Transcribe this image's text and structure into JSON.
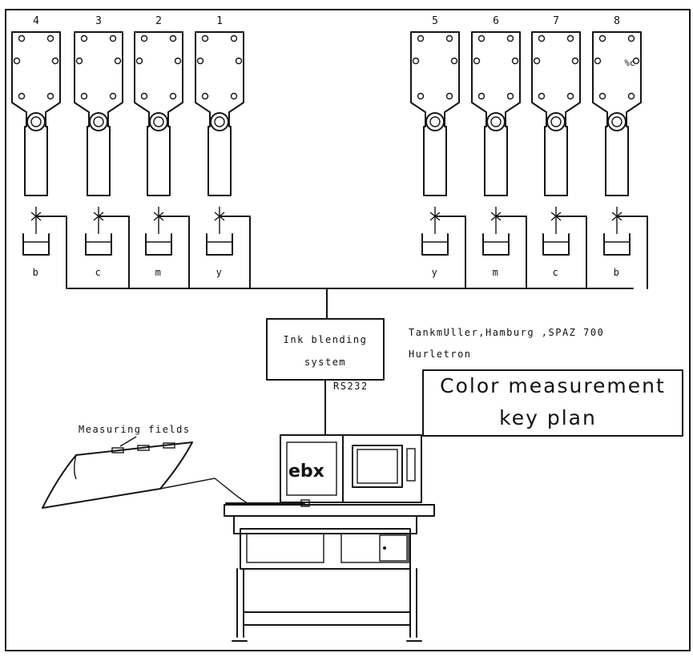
{
  "units_top_left": [
    {
      "number": "4",
      "ink": "b"
    },
    {
      "number": "3",
      "ink": "c"
    },
    {
      "number": "2",
      "ink": "m"
    },
    {
      "number": "1",
      "ink": "y"
    }
  ],
  "units_top_right": [
    {
      "number": "5",
      "ink": "y"
    },
    {
      "number": "6",
      "ink": "m"
    },
    {
      "number": "7",
      "ink": "c"
    },
    {
      "number": "8",
      "ink": "b"
    }
  ],
  "ink_blending": {
    "line1": "Ink blending",
    "line2": "system"
  },
  "rs232_label": "RS232",
  "manufacturer": {
    "line1": "TankmUller,Hamburg ,SPAZ 700",
    "line2": "Hurletron"
  },
  "title_box": {
    "line1": "Color measurement",
    "line2": "key plan"
  },
  "measuring_fields_label": "Measuring fields",
  "device_logo": "ebx",
  "unit8_note": "%c",
  "colors": {
    "line": "#151515",
    "background": "#ffffff"
  }
}
